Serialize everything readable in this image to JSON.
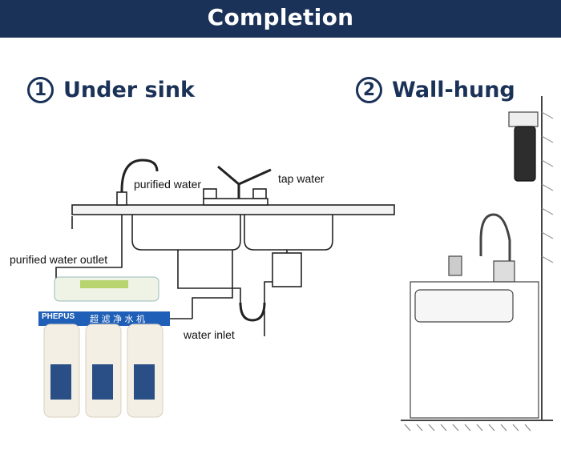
{
  "banner": {
    "title": "Completion"
  },
  "sections": [
    {
      "number": "1",
      "title": "Under sink"
    },
    {
      "number": "2",
      "title": "Wall-hung"
    }
  ],
  "labels": {
    "purified_water": "purified water",
    "tap_water": "tap water",
    "purified_water_outlet": "purified water outlet",
    "water_inlet": "water inlet"
  },
  "filter_unit": {
    "brand": "PHEPUS",
    "chinese_text": "超 滤 净 水 机"
  }
}
